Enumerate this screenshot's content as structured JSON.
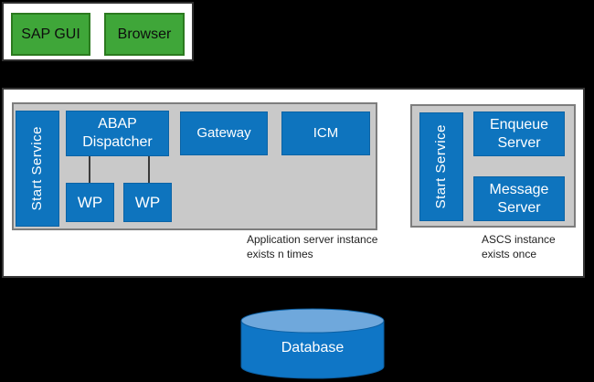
{
  "colors": {
    "background": "#000000",
    "surface": "#ffffff",
    "client_fill": "#3fa639",
    "client_border": "#2b7a1f",
    "node_fill": "#0e74be",
    "node_border": "#0b63a5",
    "group_fill": "#c9c9c9",
    "group_border": "#7d7d7d",
    "db_side": "#0f76c6",
    "db_top": "#6fa8dc",
    "db_stroke": "#0b5fa3"
  },
  "client_layer": {
    "sap_gui": "SAP GUI",
    "browser": "Browser"
  },
  "application_server": {
    "start_service": "Start Service",
    "abap_dispatcher": "ABAP\nDispatcher",
    "gateway": "Gateway",
    "icm": "ICM",
    "work_processes": [
      "WP",
      "WP"
    ],
    "caption": "Application server instance\nexists n times"
  },
  "ascs": {
    "start_service": "Start Service",
    "enqueue_server": "Enqueue\nServer",
    "message_server": "Message\nServer",
    "caption": "ASCS instance\nexists once"
  },
  "database": {
    "label": "Database"
  }
}
